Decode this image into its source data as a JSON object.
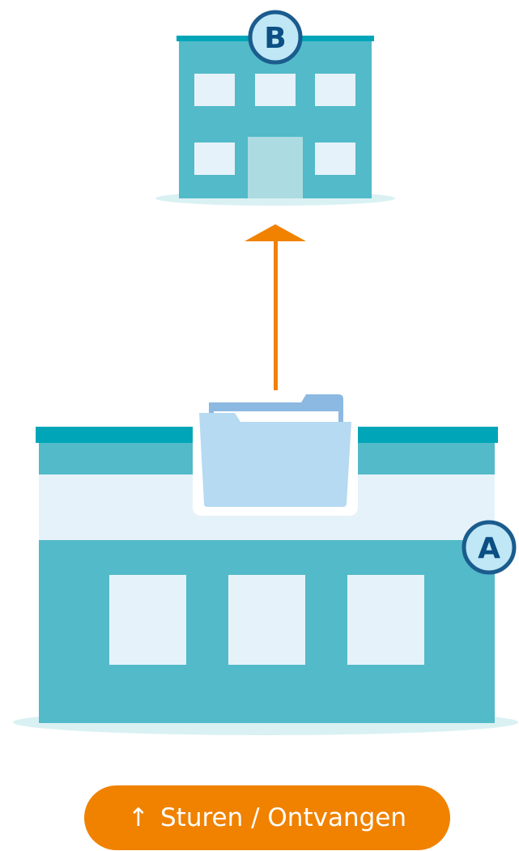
{
  "colors": {
    "building": "#52BAC8",
    "roof": "#00A6B8",
    "window": "#E6F2FA",
    "door": "#ADDBE2",
    "ground_shadow": "#DAF1F3",
    "badge_fill": "#BFE7F5",
    "badge_border": "#1B5C8E",
    "badge_text": "#0B4F84",
    "arrow": "#F08200",
    "folder_front": "#B5DAF2",
    "folder_back": "#8CB9E2",
    "folder_paper": "#FFFFFF",
    "button_bg": "#F08200",
    "button_text": "#FFFFFF"
  },
  "building_b": {
    "badge_label": "B"
  },
  "building_a": {
    "badge_label": "A"
  },
  "transfer": {
    "direction": "up",
    "icon": "folder-icon"
  },
  "action_button": {
    "icon": "arrow-up-icon",
    "arrow_glyph": "↑",
    "label": "Sturen / Ontvangen"
  }
}
